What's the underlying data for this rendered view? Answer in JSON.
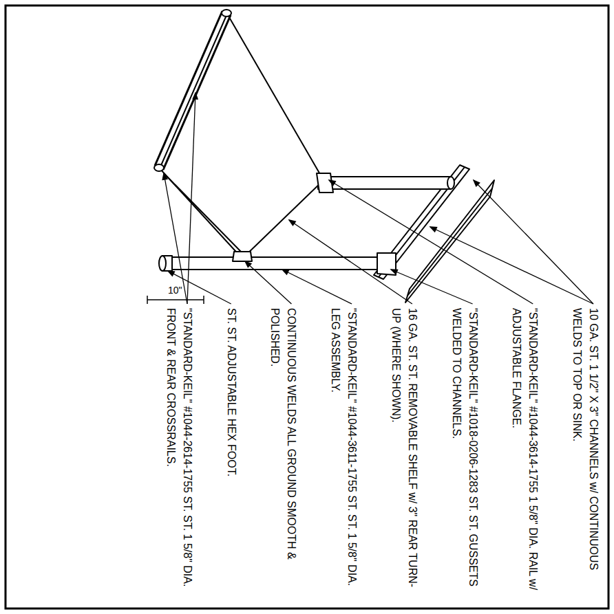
{
  "diagram": {
    "labels": [
      "10 GA. ST. 1 1/2\" X 3\" CHANNELS w/ CONTINUOUS WELDS TO TOP OR SINK.",
      "\"STANDARD-KEIL\" #1044-3614-1755 1 5/8\" DIA. RAIL w/ ADJUSTABLE FLANGE.",
      "\"STANDARD-KEIL\" #1018-0206-1283 ST. ST. GUSSETS WELDED TO CHANNELS.",
      "16 GA. ST. ST. REMOVABLE SHELF w/ 3\" REAR TURN-UP (WHERE SHOWN).",
      "\"STANDARD-KEIL\" #1044-3611-1755 ST. ST. 1 5/8\" DIA. LEG ASSEMBLY.",
      "CONTINUOUS WELDS ALL GROUND SMOOTH & POLISHED.",
      "ST. ST. ADJUSTABLE HEX FOOT.",
      "\"STANDARD-KEIL\" #1044-2614-1755 ST. ST. 1 5/8\" DIA. FRONT & REAR CROSSRAILS.",
      "10\""
    ]
  }
}
